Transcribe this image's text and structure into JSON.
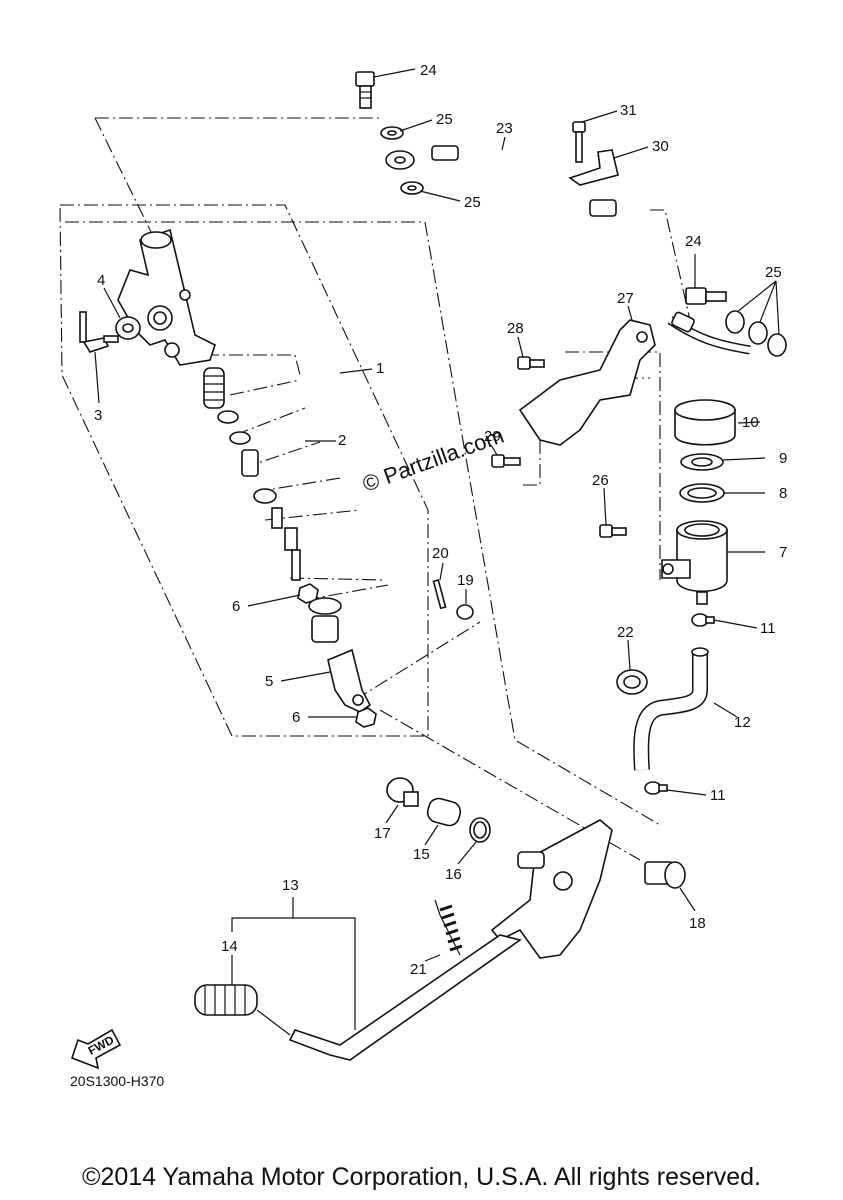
{
  "diagram": {
    "code": "20S1300-H370",
    "watermark": "© Partzilla.com",
    "fwd_label": "FWD",
    "copyright": "©2014 Yamaha Motor Corporation, U.S.A. All rights reserved."
  },
  "callouts": [
    {
      "id": "c24a",
      "label": "24"
    },
    {
      "id": "c25a",
      "label": "25"
    },
    {
      "id": "c23",
      "label": "23"
    },
    {
      "id": "c31",
      "label": "31"
    },
    {
      "id": "c30",
      "label": "30"
    },
    {
      "id": "c25b",
      "label": "25"
    },
    {
      "id": "c24b",
      "label": "24"
    },
    {
      "id": "c25c",
      "label": "25"
    },
    {
      "id": "c27",
      "label": "27"
    },
    {
      "id": "c28",
      "label": "28"
    },
    {
      "id": "c4",
      "label": "4"
    },
    {
      "id": "c3",
      "label": "3"
    },
    {
      "id": "c1",
      "label": "1"
    },
    {
      "id": "c2",
      "label": "2"
    },
    {
      "id": "c29",
      "label": "29"
    },
    {
      "id": "c10",
      "label": "10"
    },
    {
      "id": "c9",
      "label": "9"
    },
    {
      "id": "c8",
      "label": "8"
    },
    {
      "id": "c26",
      "label": "26"
    },
    {
      "id": "c7",
      "label": "7"
    },
    {
      "id": "c20",
      "label": "20"
    },
    {
      "id": "c19",
      "label": "19"
    },
    {
      "id": "c6a",
      "label": "6"
    },
    {
      "id": "c11a",
      "label": "11"
    },
    {
      "id": "c22",
      "label": "22"
    },
    {
      "id": "c5",
      "label": "5"
    },
    {
      "id": "c12",
      "label": "12"
    },
    {
      "id": "c6b",
      "label": "6"
    },
    {
      "id": "c11b",
      "label": "11"
    },
    {
      "id": "c17",
      "label": "17"
    },
    {
      "id": "c15",
      "label": "15"
    },
    {
      "id": "c16",
      "label": "16"
    },
    {
      "id": "c18",
      "label": "18"
    },
    {
      "id": "c13",
      "label": "13"
    },
    {
      "id": "c14",
      "label": "14"
    },
    {
      "id": "c21",
      "label": "21"
    }
  ]
}
